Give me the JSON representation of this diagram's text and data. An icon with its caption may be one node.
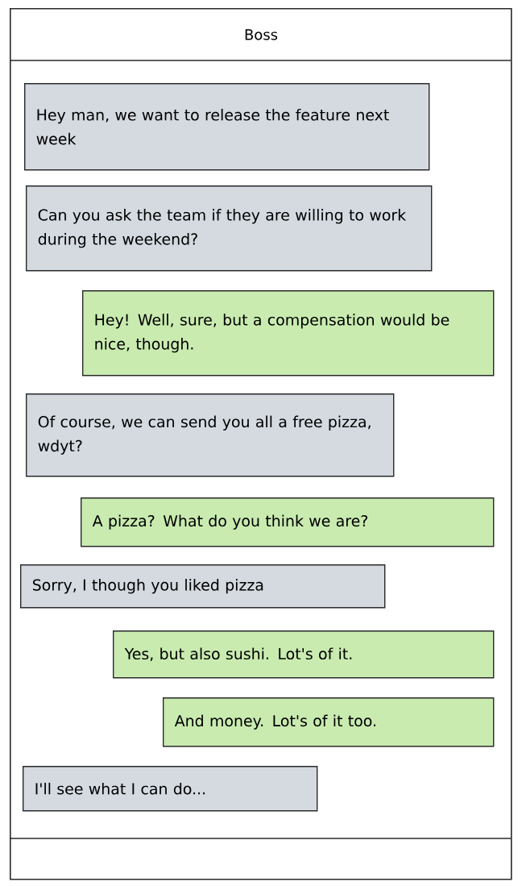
{
  "diagram": {
    "nodes": [
      {
        "text": [
          "Boss"
        ]
      },
      {
        "text": [
          "Hey man, we want to release the feature next week"
        ],
        "in": 0
      },
      {
        "text": [
          "Can you ask the team if they are willing to work during the weekend?"
        ],
        "in": 0
      },
      {
        "text": [
          "Hey! Well, sure, but a compensation would be nice, though."
        ],
        "in": 0
      },
      {
        "text": [
          "Of course, we can send you all a free pizza, wdyt?"
        ],
        "in": 0
      },
      {
        "text": [
          "A pizza? What do you think we are?"
        ],
        "in": 0
      },
      {
        "text": [
          "Sorry, I though you liked pizza"
        ],
        "in": 0
      },
      {
        "text": [
          "Yes, but also sushi. Lot's of it."
        ],
        "in": 0
      },
      {
        "text": [
          "And money. Lot's of it too."
        ],
        "in": 0
      },
      {
        "text": [
          "I'll see what I can do..."
        ],
        "in": 0
      }
    ]
  }
}
